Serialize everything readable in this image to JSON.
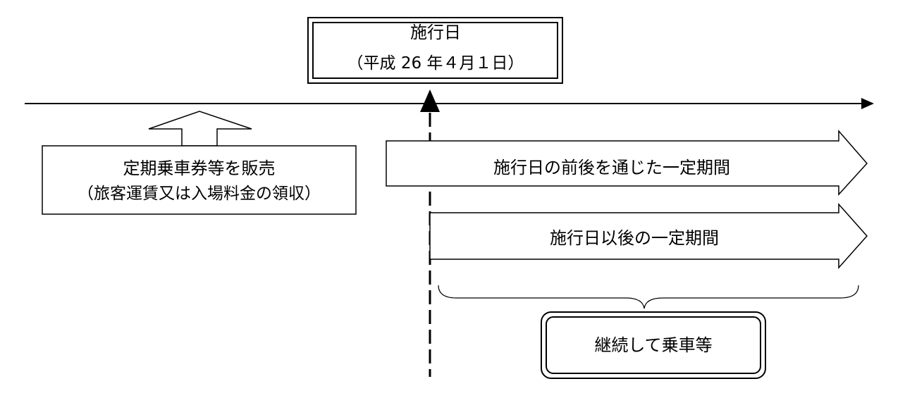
{
  "effective_date": {
    "title": "施行日",
    "date": "（平成 26 年４月１日）"
  },
  "sale_box": {
    "line1": "定期乗車券等を販売",
    "line2": "（旅客運賃又は入場料金の領収）"
  },
  "periods": {
    "before_and_after": "施行日の前後を通じた一定期間",
    "after": "施行日以後の一定期間"
  },
  "continuation_box": {
    "label": "継続して乗車等"
  }
}
